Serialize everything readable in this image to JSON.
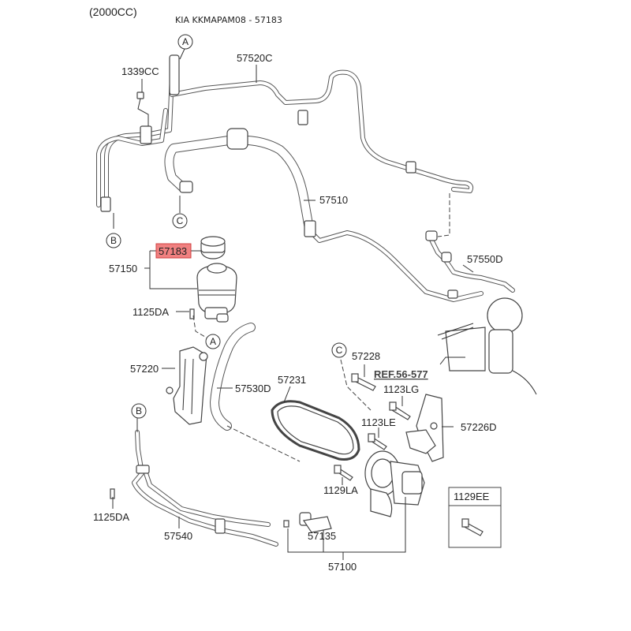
{
  "header": {
    "engine": "(2000CC)",
    "title": "KIA KKMAPAM08 - 57183"
  },
  "highlight_color": "#f08080",
  "callouts": {
    "A_top": "A",
    "A_mid": "A",
    "B_left": "B",
    "B_bottom": "B",
    "C_left": "C",
    "C_right": "C"
  },
  "labels": {
    "p1339CC": "1339CC",
    "p57520C": "57520C",
    "p57510": "57510",
    "p57550D": "57550D",
    "p57183": "57183",
    "p57150": "57150",
    "p1125DA_top": "1125DA",
    "p57220": "57220",
    "p57530D": "57530D",
    "p57231": "57231",
    "p57228": "57228",
    "ref": "REF.56-577",
    "p1123LG": "1123LG",
    "p1123LE": "1123LE",
    "p57226D": "57226D",
    "p1129LA": "1129LA",
    "p1125DA_bottom": "1125DA",
    "p57540": "57540",
    "p57135": "57135",
    "p57100": "57100",
    "p1129EE": "1129EE"
  }
}
